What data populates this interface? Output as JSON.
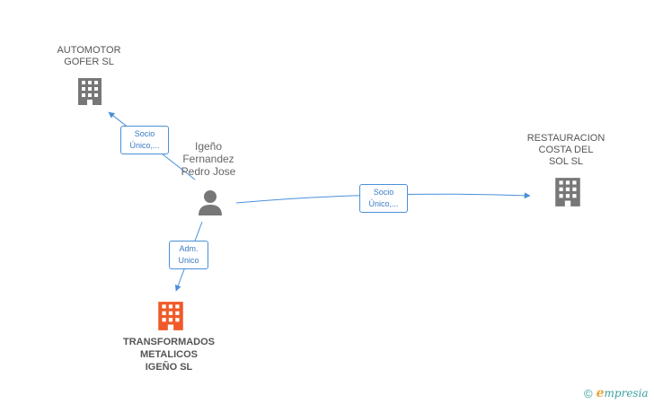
{
  "nodes": {
    "automotor": {
      "name": "AUTOMOTOR\nGOFER SL",
      "icon": "building-icon",
      "color": "#777777"
    },
    "restauracion": {
      "name": "RESTAURACION\nCOSTA DEL\nSOL SL",
      "icon": "building-icon",
      "color": "#777777"
    },
    "transformados": {
      "name": "TRANSFORMADOS\nMETALICOS\nIGEÑO SL",
      "icon": "building-icon",
      "color": "#f05a28"
    },
    "person": {
      "name": "Igeño\nFernandez\nPedro Jose",
      "icon": "person-icon",
      "color": "#777777"
    }
  },
  "edges": {
    "to_automotor": {
      "label": "Socio\nÚnico,..."
    },
    "to_restauracion": {
      "label": "Socio\nÚnico,..."
    },
    "to_transformados": {
      "label": "Adm.\nUnico"
    }
  },
  "footer": {
    "copyright": "©",
    "brand_initial": "e",
    "brand_rest": "mpresia"
  },
  "colors": {
    "edge": "#4a90d9",
    "focus": "#f05a28",
    "neutral": "#777777"
  }
}
